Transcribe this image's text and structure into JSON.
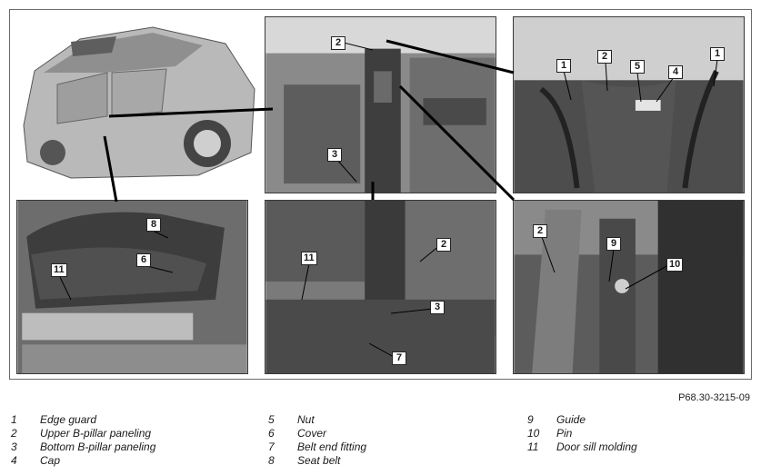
{
  "figure": {
    "code": "P68.30-3215-09",
    "callouts": {
      "c2a": "2",
      "c3a": "3",
      "c1a": "1",
      "c2b": "2",
      "c5": "5",
      "c4": "4",
      "c1b": "1",
      "c8": "8",
      "c6": "6",
      "c11a": "11",
      "c11b": "11",
      "c2c": "2",
      "c3b": "3",
      "c7": "7",
      "c2d": "2",
      "c9": "9",
      "c10": "10"
    }
  },
  "legend": {
    "col1": [
      {
        "num": "1",
        "label": "Edge guard"
      },
      {
        "num": "2",
        "label": "Upper B-pillar paneling"
      },
      {
        "num": "3",
        "label": "Bottom B-pillar paneling"
      },
      {
        "num": "4",
        "label": "Cap"
      }
    ],
    "col2": [
      {
        "num": "5",
        "label": "Nut"
      },
      {
        "num": "6",
        "label": "Cover"
      },
      {
        "num": "7",
        "label": "Belt end fitting"
      },
      {
        "num": "8",
        "label": "Seat belt"
      }
    ],
    "col3": [
      {
        "num": "9",
        "label": "Guide"
      },
      {
        "num": "10",
        "label": "Pin"
      },
      {
        "num": "11",
        "label": "Door sill molding"
      }
    ]
  }
}
